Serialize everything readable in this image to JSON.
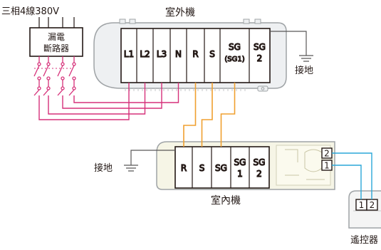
{
  "power_supply": "三相4線380V",
  "breaker": {
    "line1": "漏電",
    "line2": "斷路器"
  },
  "outdoor_unit": {
    "title": "室外機",
    "terminals": [
      "L1",
      "L2",
      "L3",
      "N",
      "R",
      "S",
      "SG",
      "SG"
    ],
    "terminal_sub": [
      "",
      "",
      "",
      "",
      "",
      "",
      "(SG1)",
      "2"
    ],
    "ground_label": "接地"
  },
  "indoor_unit": {
    "title": "室內機",
    "terminals": [
      "R",
      "S",
      "SG",
      "SG",
      "SG"
    ],
    "terminal_sub": [
      "",
      "",
      "",
      "1",
      "2"
    ],
    "ground_label": "接地"
  },
  "remote_controller": {
    "title": "遙控器",
    "terminals": [
      "1",
      "2"
    ],
    "indoor_side_terminals": [
      "2",
      "1"
    ]
  },
  "colors": {
    "power_wire": "#d6317a",
    "signal_wire": "#f0a030",
    "remote_wire": "#2aa7d8",
    "ground_wire": "#595757"
  }
}
